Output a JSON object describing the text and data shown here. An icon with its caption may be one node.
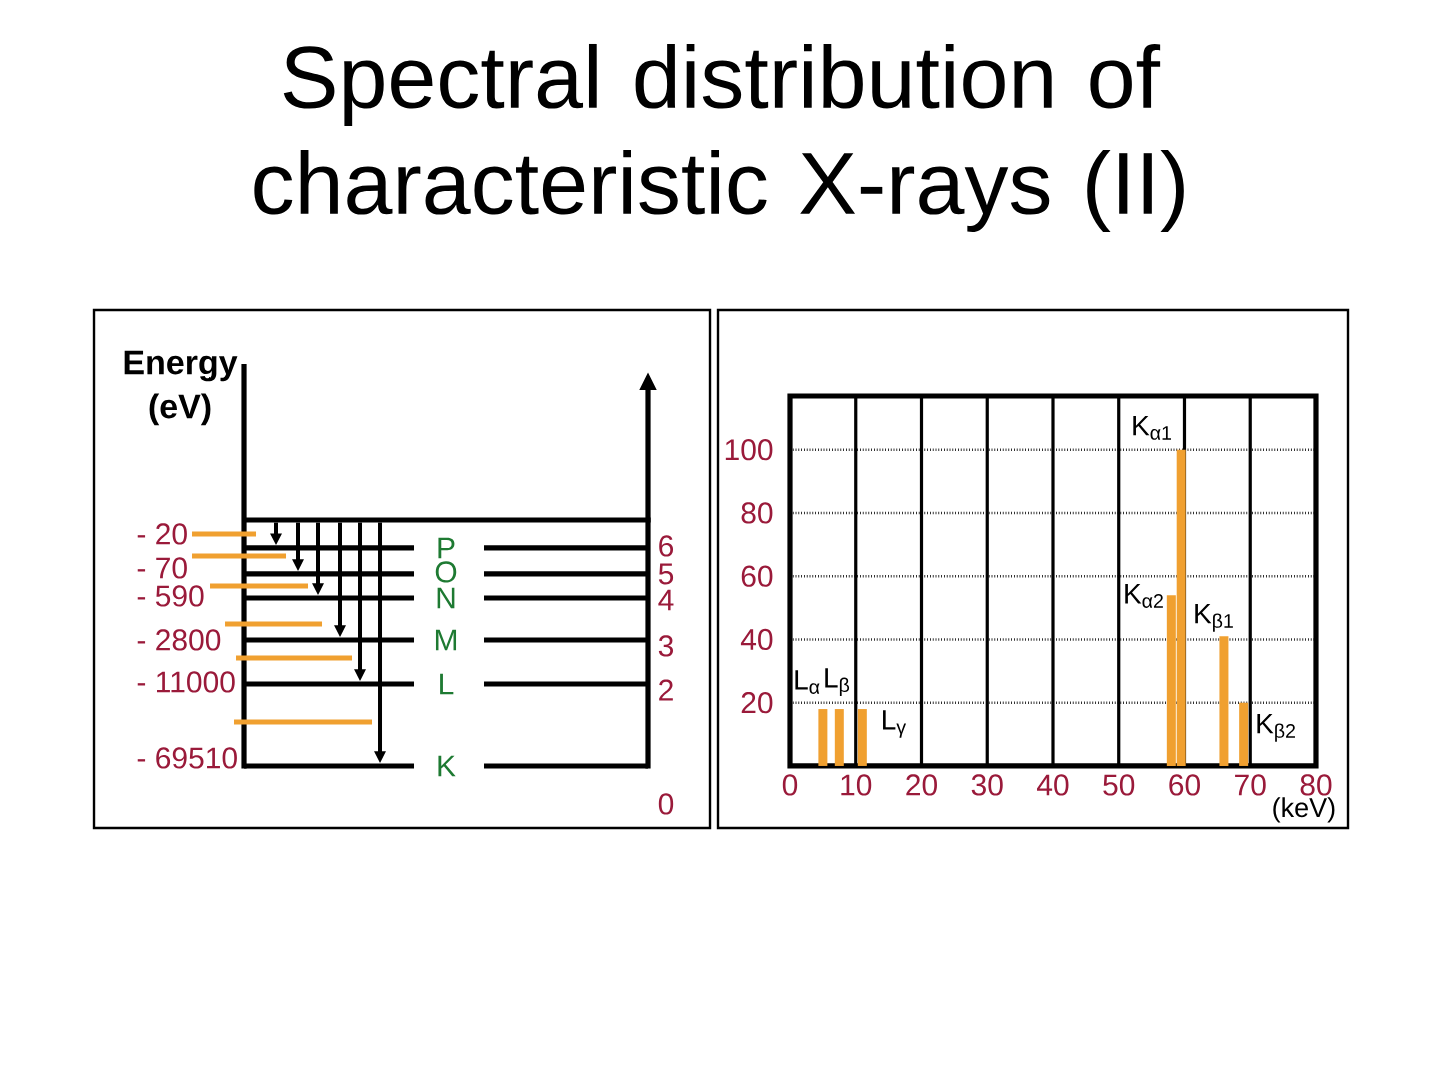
{
  "diagram": {
    "title": "Spectral distribution of characteristic X-rays (II)",
    "labels": [
      "Energy (eV)",
      "- 20",
      "- 70",
      "- 590",
      "- 2800",
      "- 11000",
      "- 69510",
      "P",
      "O",
      "N",
      "M",
      "L",
      "K",
      "6",
      "5",
      "4",
      "3",
      "2",
      "0"
    ],
    "chart_data": {
      "type": "bar",
      "xlabel": "(keV)",
      "x": [
        5,
        7.5,
        11,
        58,
        59.5,
        66,
        69
      ],
      "series": [
        {
          "color": "#f0a030",
          "values": [
            18,
            18,
            18,
            54,
            100,
            41,
            20
          ]
        }
      ],
      "xlim": [
        0,
        80
      ],
      "ylim": [
        0,
        117
      ],
      "xticks": [
        0,
        10,
        20,
        30,
        40,
        50,
        60,
        70,
        80
      ],
      "yticks": [
        20,
        40,
        60,
        80,
        100
      ],
      "grid": true,
      "annotations": [
        {
          "x": 5,
          "y": 18,
          "text": "L$_{α}$"
        },
        {
          "x": 7.5,
          "y": 18,
          "text": "L$_{β}$"
        },
        {
          "x": 11,
          "y": 18,
          "text": "L$_{γ}$"
        },
        {
          "x": 58,
          "y": 54,
          "text": "K$_{α2}$"
        },
        {
          "x": 59.5,
          "y": 100,
          "text": "K$_{α1}$"
        },
        {
          "x": 66,
          "y": 41,
          "text": "K$_{β1}$"
        },
        {
          "x": 69,
          "y": 20,
          "text": "K$_{β2}$"
        }
      ]
    }
  }
}
